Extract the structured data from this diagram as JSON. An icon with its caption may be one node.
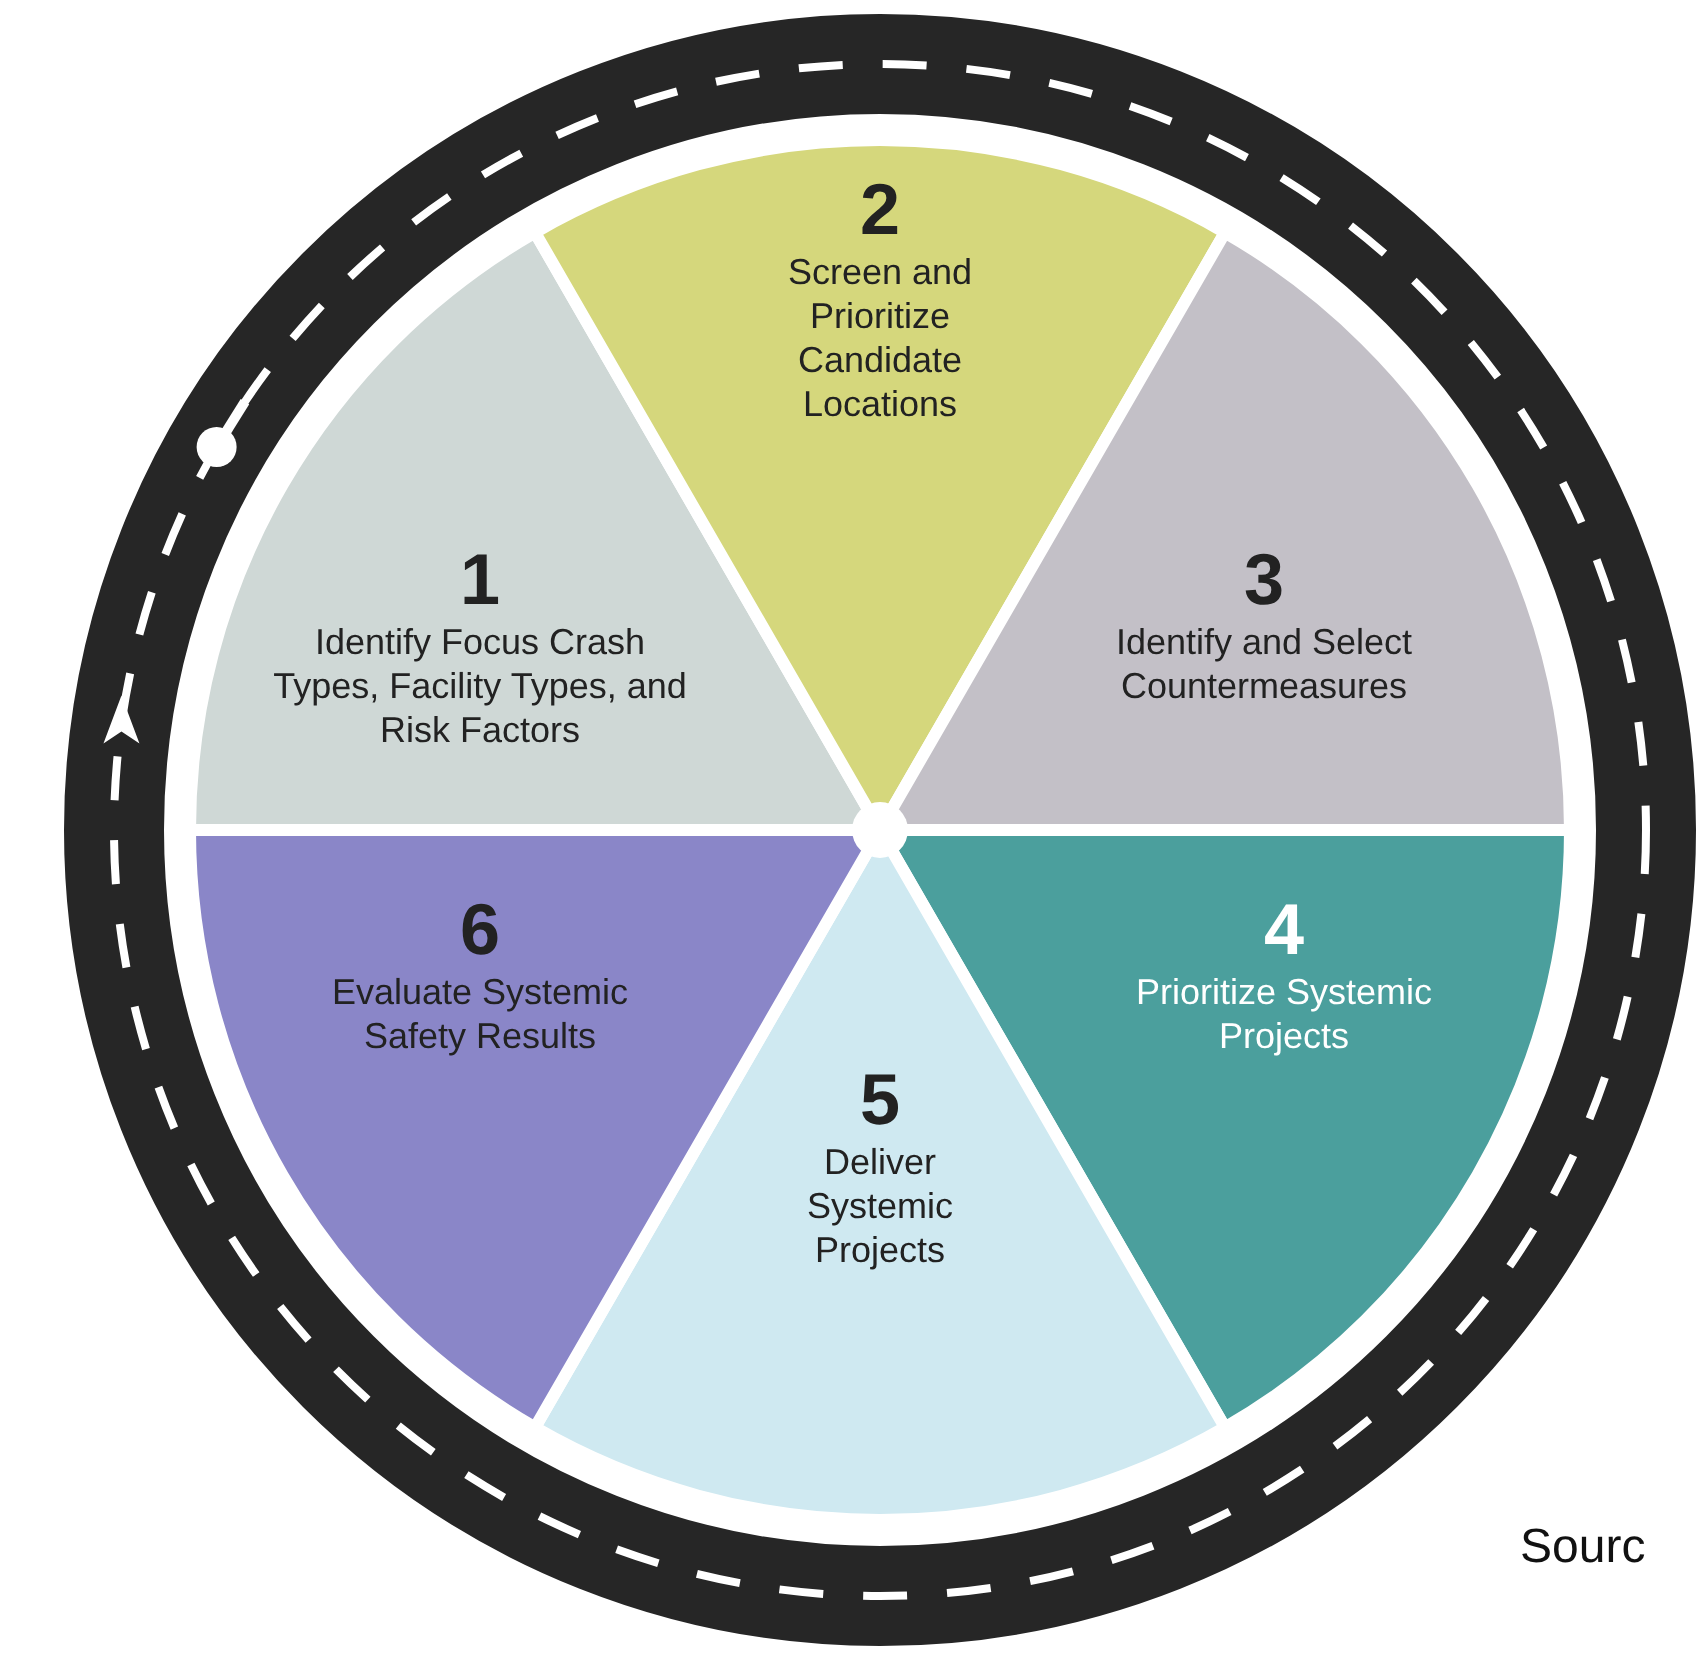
{
  "diagram": {
    "nodes": [
      {
        "text": [
          "1",
          "Identify Focus Crash Types, Facility Types, and Risk Factors"
        ]
      },
      {
        "text": [
          "2",
          "Screen and Prioritize Candidate Locations"
        ]
      },
      {
        "text": [
          "3",
          "Identify and Select Countermeasures"
        ]
      },
      {
        "text": [
          "4",
          "Prioritize Systemic Projects"
        ]
      },
      {
        "text": [
          "5",
          "Deliver Systemic Projects"
        ]
      },
      {
        "text": [
          "6",
          "Evaluate Systemic Safety Results"
        ]
      }
    ],
    "labels": [
      "Sourc"
    ]
  }
}
